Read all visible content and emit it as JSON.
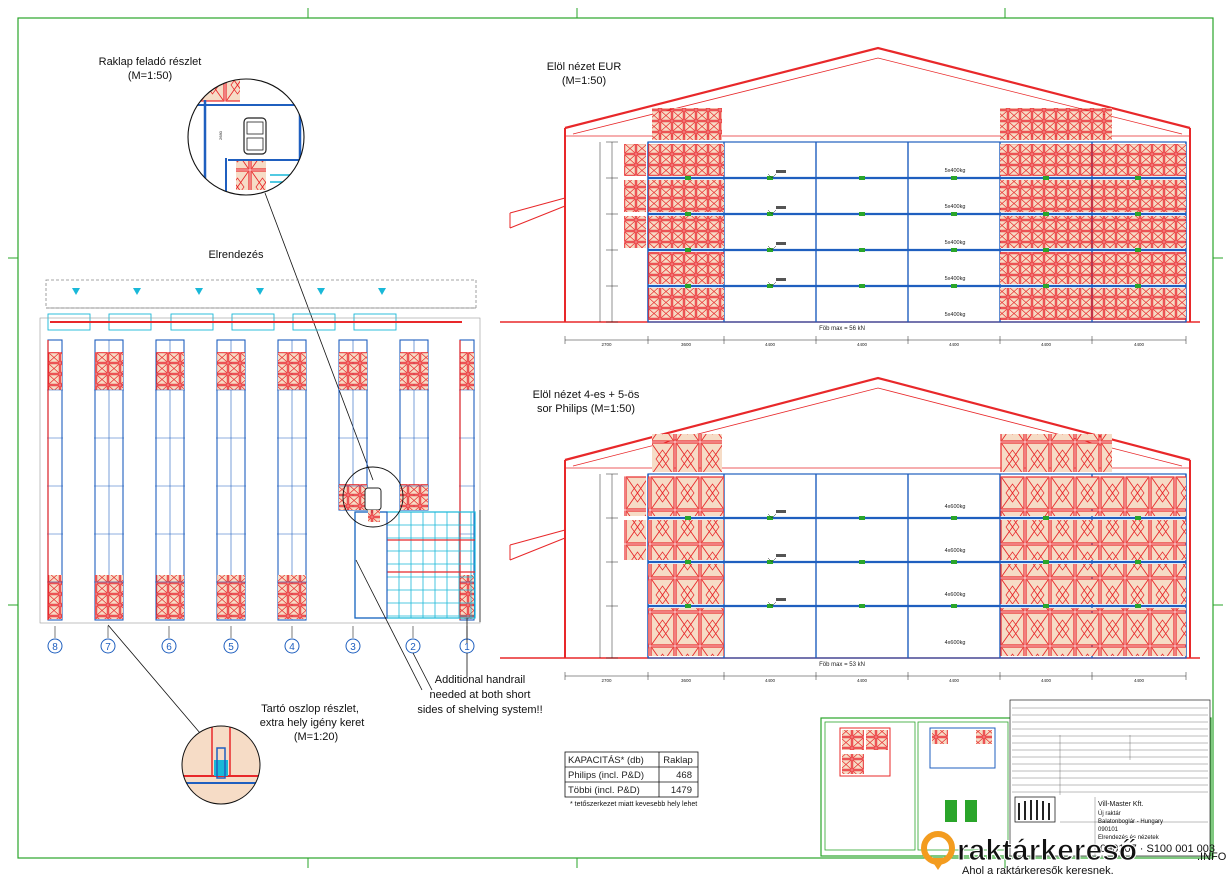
{
  "detail_pallet": {
    "title": "Raklap feladó részlet",
    "scale": "(M=1:50)",
    "dim": "2680"
  },
  "layout": {
    "title": "Elrendezés",
    "columns": [
      "8",
      "7",
      "6",
      "5",
      "4",
      "3",
      "2",
      "1"
    ],
    "handrail_note": [
      "Additional handrail",
      "needed at both short",
      "sides of shelving system!!"
    ]
  },
  "detail_column": {
    "title": [
      "Tartó oszlop részlet,",
      "extra hely igény keret"
    ],
    "scale": "(M=1:20)"
  },
  "front_eur": {
    "title": "Elöl nézet EUR",
    "scale": "(M=1:50)",
    "loads": [
      "5x400kg",
      "5x400kg",
      "5x400kg",
      "5x400kg",
      "5x400kg"
    ],
    "floor": "Föb max = 56 kN",
    "bottom_dims": [
      "2700",
      "3600",
      "4400",
      "4400",
      "4400",
      "4400",
      "4400"
    ]
  },
  "front_philips": {
    "title": [
      "Elöl nézet 4-es + 5-ös",
      "sor Philips (M=1:50)"
    ],
    "loads": [
      "4x600kg",
      "4x600kg",
      "4x600kg",
      "4x600kg"
    ],
    "floor": "Föb max = 53 kN",
    "bottom_dims": [
      "2700",
      "3600",
      "4400",
      "4400",
      "4400",
      "4400",
      "4400"
    ]
  },
  "capacity": {
    "title": "KAPACITÁS* (db)",
    "unit": "Raklap",
    "rows": [
      {
        "label": "Philips (incl. P&D)",
        "value": "468"
      },
      {
        "label": "Többi (incl. P&D)",
        "value": "1479"
      }
    ],
    "footnote": "* tetőszerkezet miatt kevesebb hely lehet"
  },
  "titleblock": {
    "company": "Vill-Master Kft.",
    "lines": [
      "Új raktár",
      "Balatonboglár - Hungary",
      "090101",
      "Elrendezés és nézetek"
    ],
    "drawing_no": "090107 · S100 001 003"
  },
  "watermark": {
    "brand": "raktárkereső",
    "suffix": ".INFO",
    "tagline": "Ahol a raktárkeresők keresnek."
  },
  "colors": {
    "frame": "#2aa52a",
    "pallet": "#e8282a",
    "pallet_fill": "#f6dcc6",
    "beam": "#1f5fbf",
    "cyan": "#19b8d8",
    "logo": "#f39c1f"
  }
}
